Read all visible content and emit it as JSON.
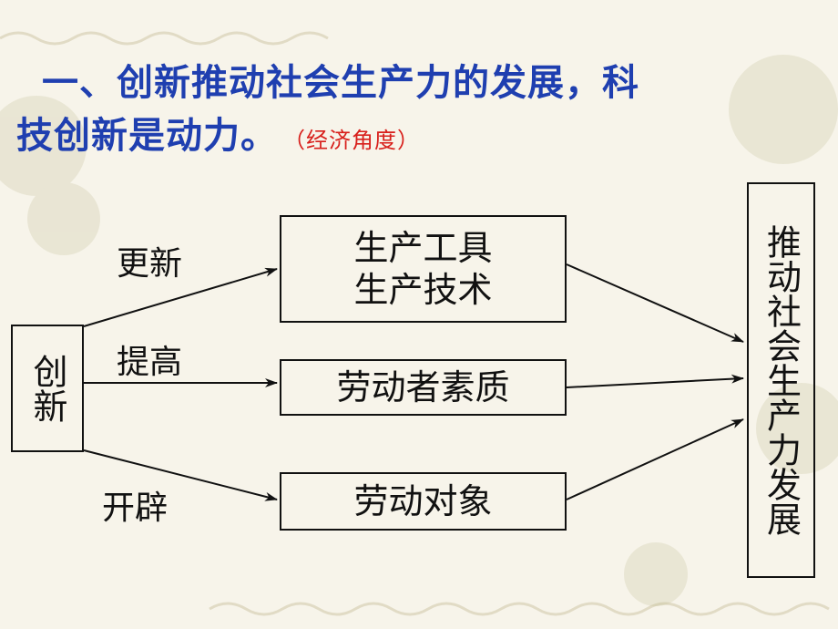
{
  "title": {
    "line1": "一、创新推动社会生产力的发展，科",
    "line2": "技创新是动力。",
    "note": "（经济角度）"
  },
  "diagram": {
    "source": "创新",
    "targets": [
      {
        "label": "更新",
        "box_lines": [
          "生产工具",
          "生产技术"
        ]
      },
      {
        "label": "提高",
        "box_lines": [
          "劳动者素质"
        ]
      },
      {
        "label": "开辟",
        "box_lines": [
          "劳动对象"
        ]
      }
    ],
    "result": "推动社会生产力发展"
  },
  "colors": {
    "title": "#1f3fb0",
    "note": "#d8201c",
    "background": "#f7f4ea"
  }
}
